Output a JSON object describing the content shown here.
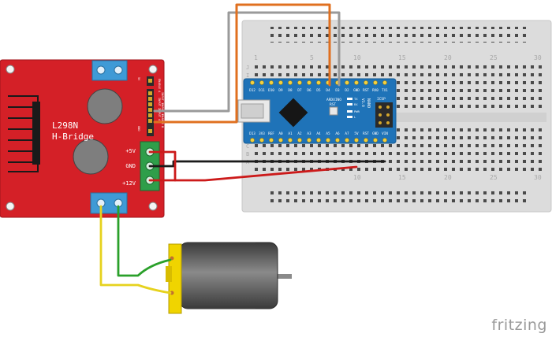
{
  "brand": "fritzing",
  "hbridge": {
    "title_line1": "L298N",
    "title_line2": "H-Bridge",
    "power_labels": [
      "+5V",
      "GND",
      "+12V"
    ],
    "side_header_labels": [
      "5V",
      "ENABLE A",
      "INPUT 1",
      "INPUT 2",
      "INPUT 3",
      "INPUT 4",
      "ENABLE B",
      "GND"
    ],
    "pcb_color": "#d42027",
    "terminal_color": "#3f9ad6"
  },
  "nano": {
    "board_label": "ARDUINO",
    "model_label": "NANO",
    "version_label": "V3.0",
    "icsp_label": "ICSP",
    "led_labels": [
      "TX",
      "RX",
      "PWR",
      "L"
    ],
    "reset_label": "RST",
    "top_pins": [
      "D12",
      "D11",
      "D10",
      "D9",
      "D8",
      "D7",
      "D6",
      "D5",
      "D4",
      "D3",
      "D2",
      "GND",
      "RST",
      "RX0",
      "TX1"
    ],
    "bottom_pins": [
      "D13",
      "3V3",
      "REF",
      "A0",
      "A1",
      "A2",
      "A3",
      "A4",
      "A5",
      "A6",
      "A7",
      "5V",
      "RST",
      "GND",
      "VIN"
    ],
    "board_color": "#1f73b8"
  },
  "breadboard": {
    "column_numbers": [
      "1",
      "5",
      "10",
      "15",
      "20",
      "25",
      "30"
    ],
    "row_letters_top": [
      "J",
      "I",
      "H",
      "G",
      "F"
    ],
    "row_letters_bottom": [
      "E",
      "D",
      "C",
      "B",
      "A"
    ]
  },
  "wires": {
    "orange": "#e07020",
    "gray": "#9a9a9a",
    "black": "#1a1a1a",
    "red": "#cc1a1a",
    "green": "#2aa02a",
    "yellow": "#e6d21e"
  }
}
